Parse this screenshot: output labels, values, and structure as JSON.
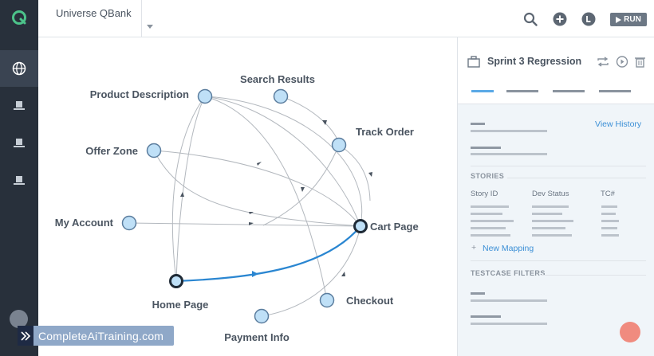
{
  "app": {
    "project_name": "Universe QBank",
    "run_label": "RUN",
    "brand_watermark": "CompleteAiTraining.com"
  },
  "icons": {
    "logo": "q-logo-icon",
    "nav": [
      "globe-icon",
      "flag-icon",
      "flag-icon",
      "flag-icon"
    ],
    "top": [
      "search-icon",
      "plus-circle-icon",
      "user-circle-icon",
      "play-icon"
    ],
    "panel": [
      "briefcase-icon",
      "repeat-icon",
      "play-circle-icon",
      "trash-icon"
    ]
  },
  "flow_graph": {
    "nodes": [
      {
        "id": "product-description",
        "label": "Product Description"
      },
      {
        "id": "search-results",
        "label": "Search Results"
      },
      {
        "id": "track-order",
        "label": "Track Order"
      },
      {
        "id": "offer-zone",
        "label": "Offer Zone"
      },
      {
        "id": "my-account",
        "label": "My Account"
      },
      {
        "id": "cart-page",
        "label": "Cart Page"
      },
      {
        "id": "home-page",
        "label": "Home Page"
      },
      {
        "id": "checkout",
        "label": "Checkout"
      },
      {
        "id": "payment-info",
        "label": "Payment Info"
      }
    ],
    "highlighted_edge": [
      "home-page",
      "cart-page"
    ]
  },
  "panel": {
    "sprint_title": "Sprint 3 Regression",
    "view_history": "View History",
    "stories_heading": "STORIES",
    "columns": [
      "Story ID",
      "Dev Status",
      "TC#"
    ],
    "new_mapping": "New Mapping",
    "filters_heading": "TESTCASE FILTERS"
  },
  "colors": {
    "sidebar": "#28303b",
    "accent": "#5aa9e6",
    "highlight_edge": "#2a86d1",
    "node_fill": "#bfe0f7",
    "fab": "#f08b7f"
  }
}
